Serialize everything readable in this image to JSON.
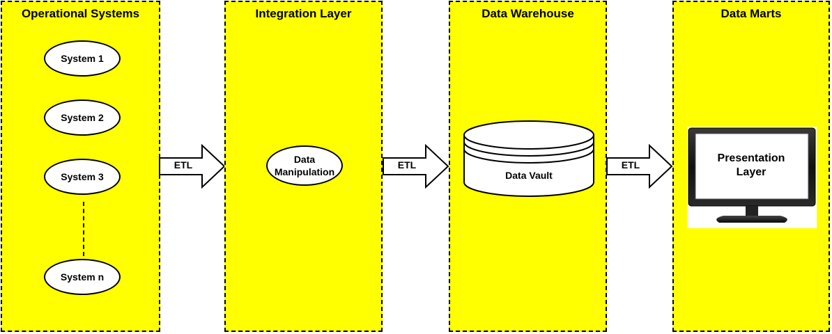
{
  "colors": {
    "panel_fill": "#ffff00",
    "border": "#000000",
    "node_fill": "#ffffff"
  },
  "panels": [
    {
      "title": "Operational Systems"
    },
    {
      "title": "Integration Layer"
    },
    {
      "title": "Data Warehouse"
    },
    {
      "title": "Data Marts"
    }
  ],
  "systems": [
    "System 1",
    "System 2",
    "System 3",
    "System n"
  ],
  "integration_node": {
    "line1": "Data",
    "line2": "Manipulation"
  },
  "arrows": [
    {
      "label": "ETL"
    },
    {
      "label": "ETL"
    },
    {
      "label": "ETL"
    }
  ],
  "data_vault": {
    "label": "Data Vault"
  },
  "presentation": {
    "line1": "Presentation",
    "line2": "Layer"
  },
  "icons": {
    "database": "cylinder-database-icon",
    "monitor": "monitor-icon"
  }
}
